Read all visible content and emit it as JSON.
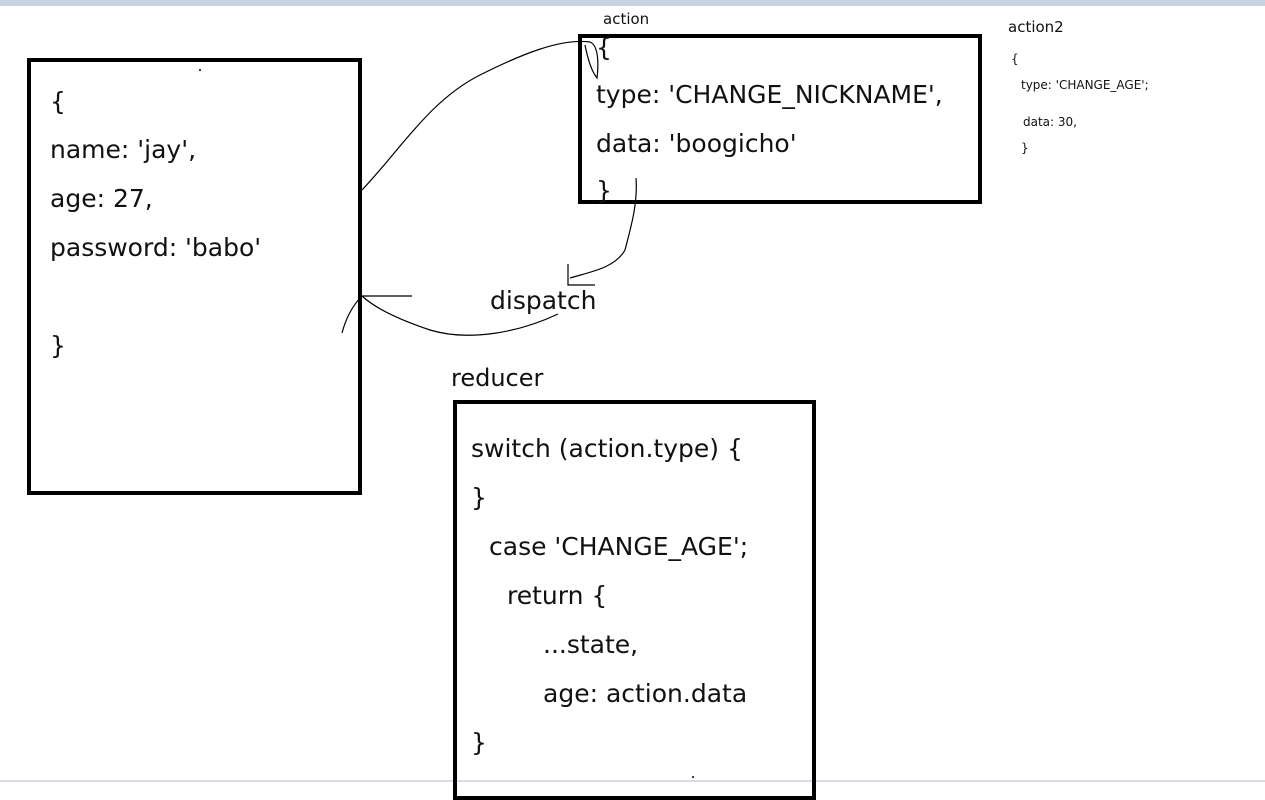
{
  "state": {
    "lines": [
      "{",
      "name: 'jay',",
      "age: 27,",
      "password: 'babo'",
      "}"
    ]
  },
  "action": {
    "label": "action",
    "lines": [
      "{",
      "type: 'CHANGE_NICKNAME',",
      "data: 'boogicho'",
      "}"
    ]
  },
  "action2": {
    "label": "action2",
    "lines": [
      "{",
      "type: 'CHANGE_AGE';",
      "data: 30,",
      "}"
    ]
  },
  "dispatch": {
    "label": "dispatch"
  },
  "reducer": {
    "label": "reducer",
    "lines": [
      "switch (action.type) {",
      "}",
      "case 'CHANGE_AGE';",
      "return {",
      "...state,",
      "age: action.data",
      "}"
    ]
  }
}
